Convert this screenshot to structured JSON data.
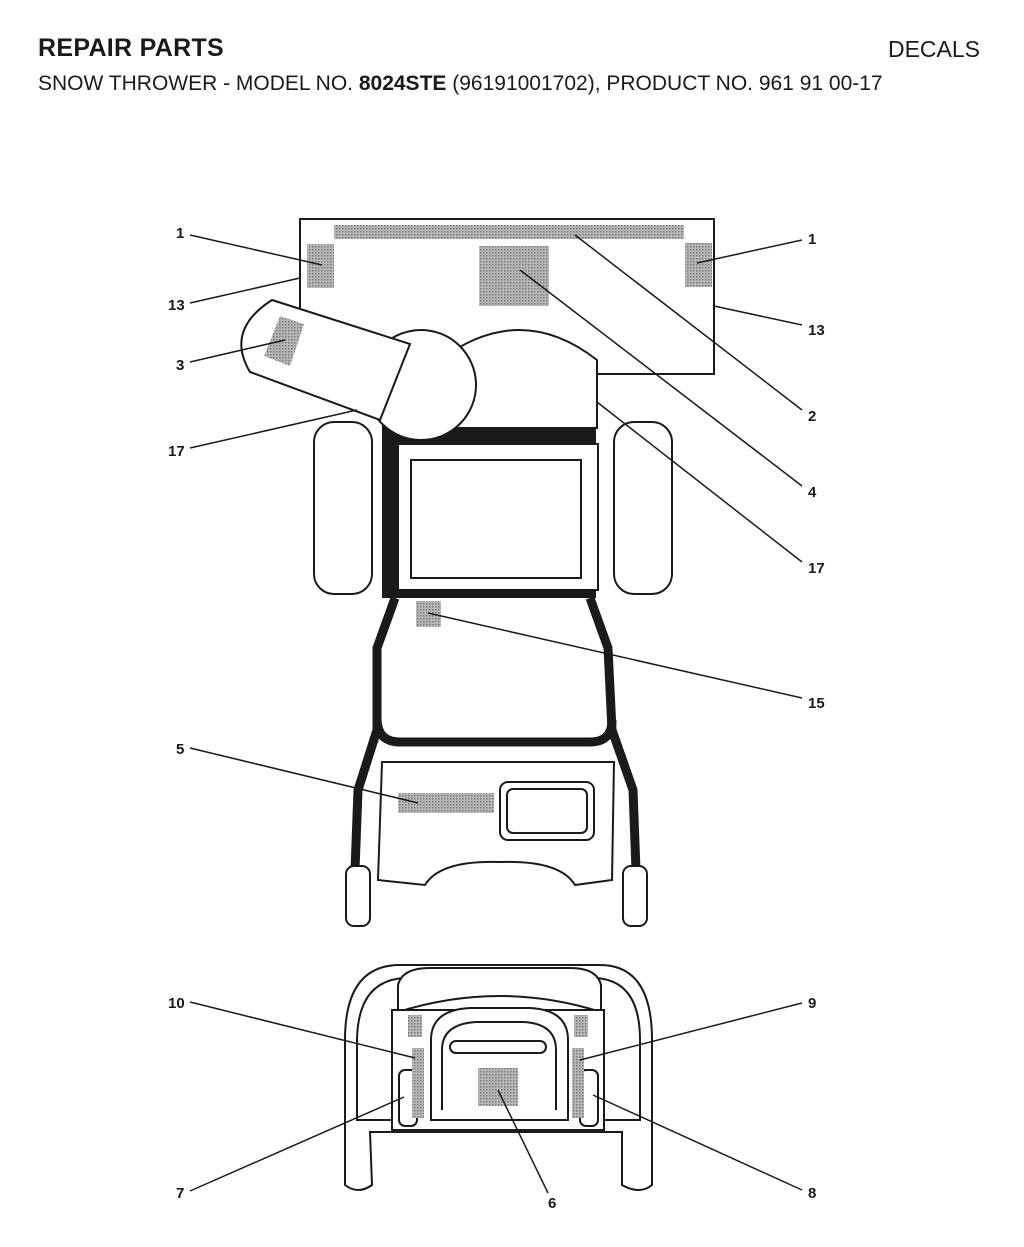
{
  "header": {
    "title": "REPAIR PARTS",
    "section": "DECALS",
    "subtitle_prefix": "SNOW THROWER - MODEL NO. ",
    "model": "8024STE",
    "subtitle_suffix": " (96191001702), PRODUCT NO. 961 91 00-17"
  },
  "colors": {
    "line": "#1a1a1a",
    "decal": "#9a9a9a",
    "fill": "#ffffff"
  },
  "callouts": {
    "c1_left": "1",
    "c1_right": "1",
    "c13_left": "13",
    "c13_right": "13",
    "c3": "3",
    "c17_left": "17",
    "c2": "2",
    "c4": "4",
    "c17_right": "17",
    "c15": "15",
    "c5": "5",
    "c10": "10",
    "c9": "9",
    "c7": "7",
    "c6": "6",
    "c8": "8"
  }
}
